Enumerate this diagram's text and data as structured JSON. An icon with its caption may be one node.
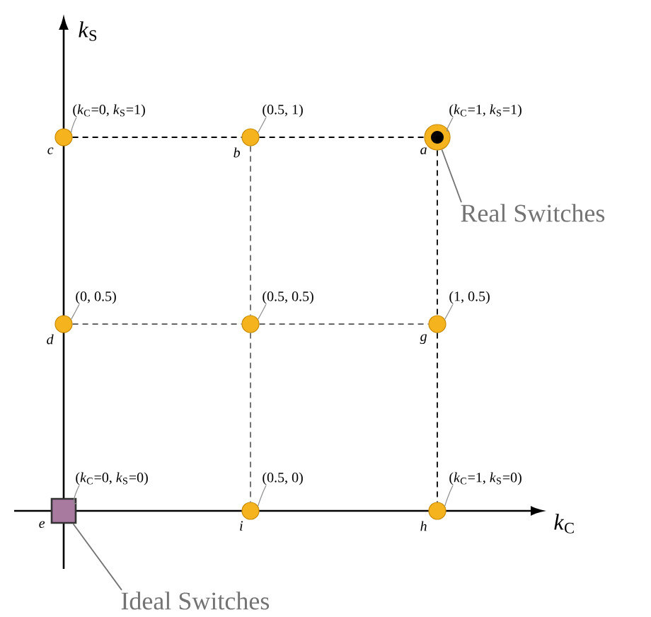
{
  "diagram": {
    "nodes": [
      {
        "text": [
          "(*k*$_{C}$=0, *k*$_{S}$=1)"
        ]
      },
      {
        "text": [],
        "shape": "circle",
        "beside": [
          "c"
        ]
      },
      {
        "text": [
          "(0.5, 1)"
        ]
      },
      {
        "text": [],
        "shape": "circle",
        "beside": [
          "b"
        ]
      },
      {
        "text": [
          "(*k*$_{C}$=1, *k*$_{S}$=1)"
        ]
      },
      {
        "text": [],
        "shape": "circle",
        "beside": [
          "a"
        ]
      },
      {
        "text": [
          "(0, 0.5)"
        ]
      },
      {
        "text": [],
        "shape": "circle",
        "beside": [
          "d"
        ]
      },
      {
        "text": [
          "(0.5, 0.5)"
        ]
      },
      {
        "text": [],
        "shape": "circle"
      },
      {
        "text": [
          "(1, 0.5)"
        ]
      },
      {
        "text": [],
        "shape": "circle",
        "beside": [
          "g"
        ]
      },
      {
        "text": [
          "(*k*$_{C}$=0, *k*$_{S}$=0)"
        ]
      },
      {
        "text": [],
        "shape": "box",
        "beside": [
          "e"
        ]
      },
      {
        "text": [
          "(0.5, 0)"
        ]
      },
      {
        "text": [],
        "shape": "circle",
        "beside": [
          "i"
        ]
      },
      {
        "text": [
          "(*k*$_{C}$=1, *k*$_{S}$=0)"
        ]
      },
      {
        "text": [],
        "shape": "circle",
        "beside": [
          "h"
        ]
      },
      {
        "text": [
          "Real Switches"
        ]
      },
      {
        "text": [
          "Ideal Switches"
        ]
      }
    ],
    "edges": [
      {
        "from": 1,
        "to": 3,
        "arrow": "none",
        "style": "dashed",
        "color": "#000000"
      },
      {
        "from": 3,
        "to": 5,
        "arrow": "none",
        "style": "dashed",
        "color": "#000000"
      },
      {
        "from": 5,
        "to": 11,
        "arrow": "none",
        "style": "dashed",
        "color": "#000000"
      },
      {
        "from": 11,
        "to": 17,
        "arrow": "none",
        "style": "dashed",
        "color": "#000000"
      },
      {
        "from": 7,
        "to": 9,
        "arrow": "none",
        "style": "dashed",
        "color": "#666666"
      },
      {
        "from": 9,
        "to": 11,
        "arrow": "none",
        "style": "dashed",
        "color": "#666666"
      },
      {
        "from": 3,
        "to": 9,
        "arrow": "none",
        "style": "dashed",
        "color": "#666666"
      },
      {
        "from": 9,
        "to": 15,
        "arrow": "none",
        "style": "dashed",
        "color": "#666666"
      },
      {
        "from": 0,
        "to": 1,
        "arrow": "none"
      },
      {
        "from": 2,
        "to": 3,
        "arrow": "none"
      },
      {
        "from": 4,
        "to": 5,
        "arrow": "none"
      },
      {
        "from": 6,
        "to": 7,
        "arrow": "none"
      },
      {
        "from": 8,
        "to": 9,
        "arrow": "none"
      },
      {
        "from": 10,
        "to": 11,
        "arrow": "none"
      },
      {
        "from": 12,
        "to": 13,
        "arrow": "none"
      },
      {
        "from": 14,
        "to": 15,
        "arrow": "none"
      },
      {
        "from": 16,
        "to": 17,
        "arrow": "none"
      },
      {
        "from": 18,
        "to": 5,
        "arrow": "none"
      },
      {
        "from": 19,
        "to": 13,
        "arrow": "none"
      }
    ],
    "labels": [
      "*k*$_{S}$",
      "*k*$_{C}$"
    ]
  }
}
